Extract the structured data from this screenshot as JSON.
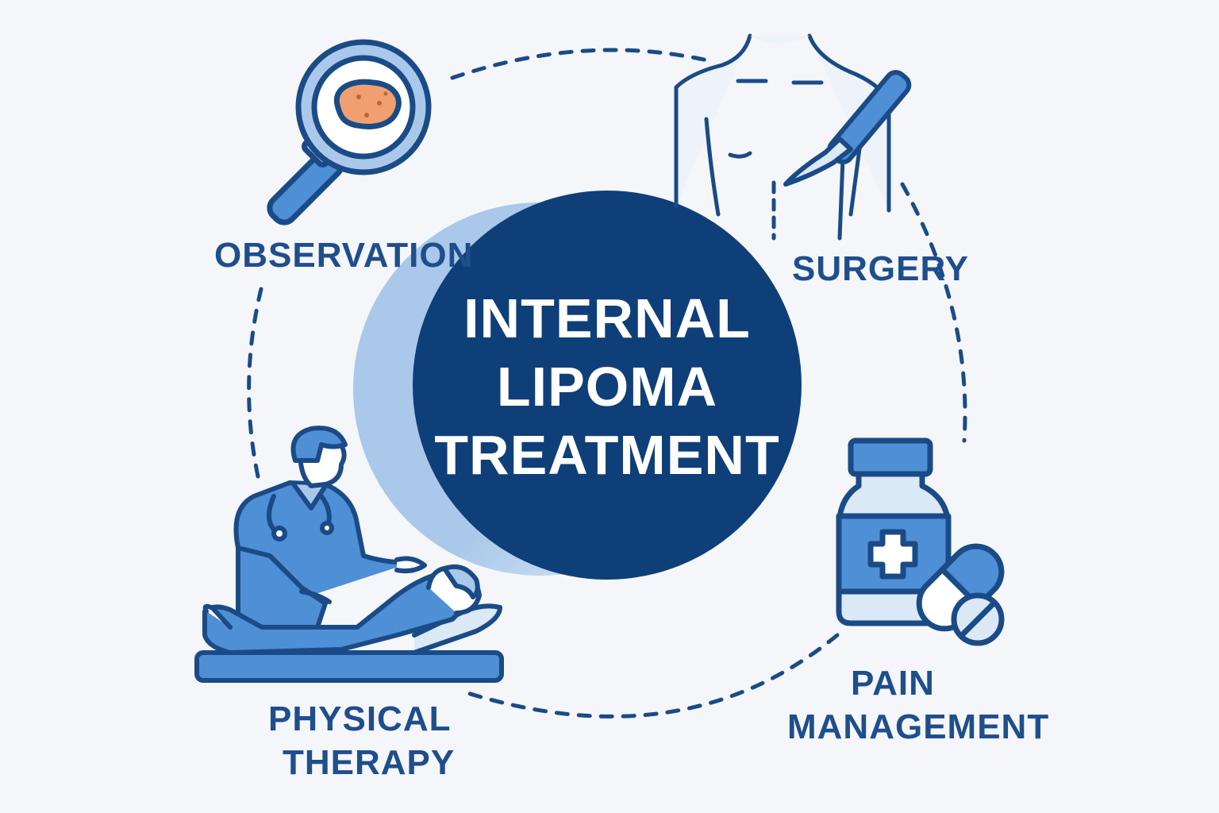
{
  "title": {
    "lines": [
      "INTERNAL",
      "LIPOMA",
      "TREATMENT"
    ]
  },
  "nodes": [
    {
      "id": "observation",
      "label_lines": [
        "OBSERVATION"
      ],
      "icon": "magnifying-glass-lipoma"
    },
    {
      "id": "surgery",
      "label_lines": [
        "SURGERY"
      ],
      "icon": "torso-scalpel"
    },
    {
      "id": "pain-management",
      "label_lines": [
        "PAIN",
        "MANAGEMENT"
      ],
      "icon": "medicine-bottle-pills"
    },
    {
      "id": "physical-therapy",
      "label_lines": [
        "PHYSICAL",
        "THERAPY"
      ],
      "icon": "therapist-patient"
    }
  ],
  "colors": {
    "navy": "#0f3f78",
    "label_blue": "#1f4e8c",
    "outline": "#1a4b86",
    "mid_blue": "#4f8fd6",
    "light_blue": "#a9c8ea",
    "pale_blue": "#dbe8f5",
    "lipoma_orange": "#f0a070",
    "background": "#f4f6f9"
  }
}
